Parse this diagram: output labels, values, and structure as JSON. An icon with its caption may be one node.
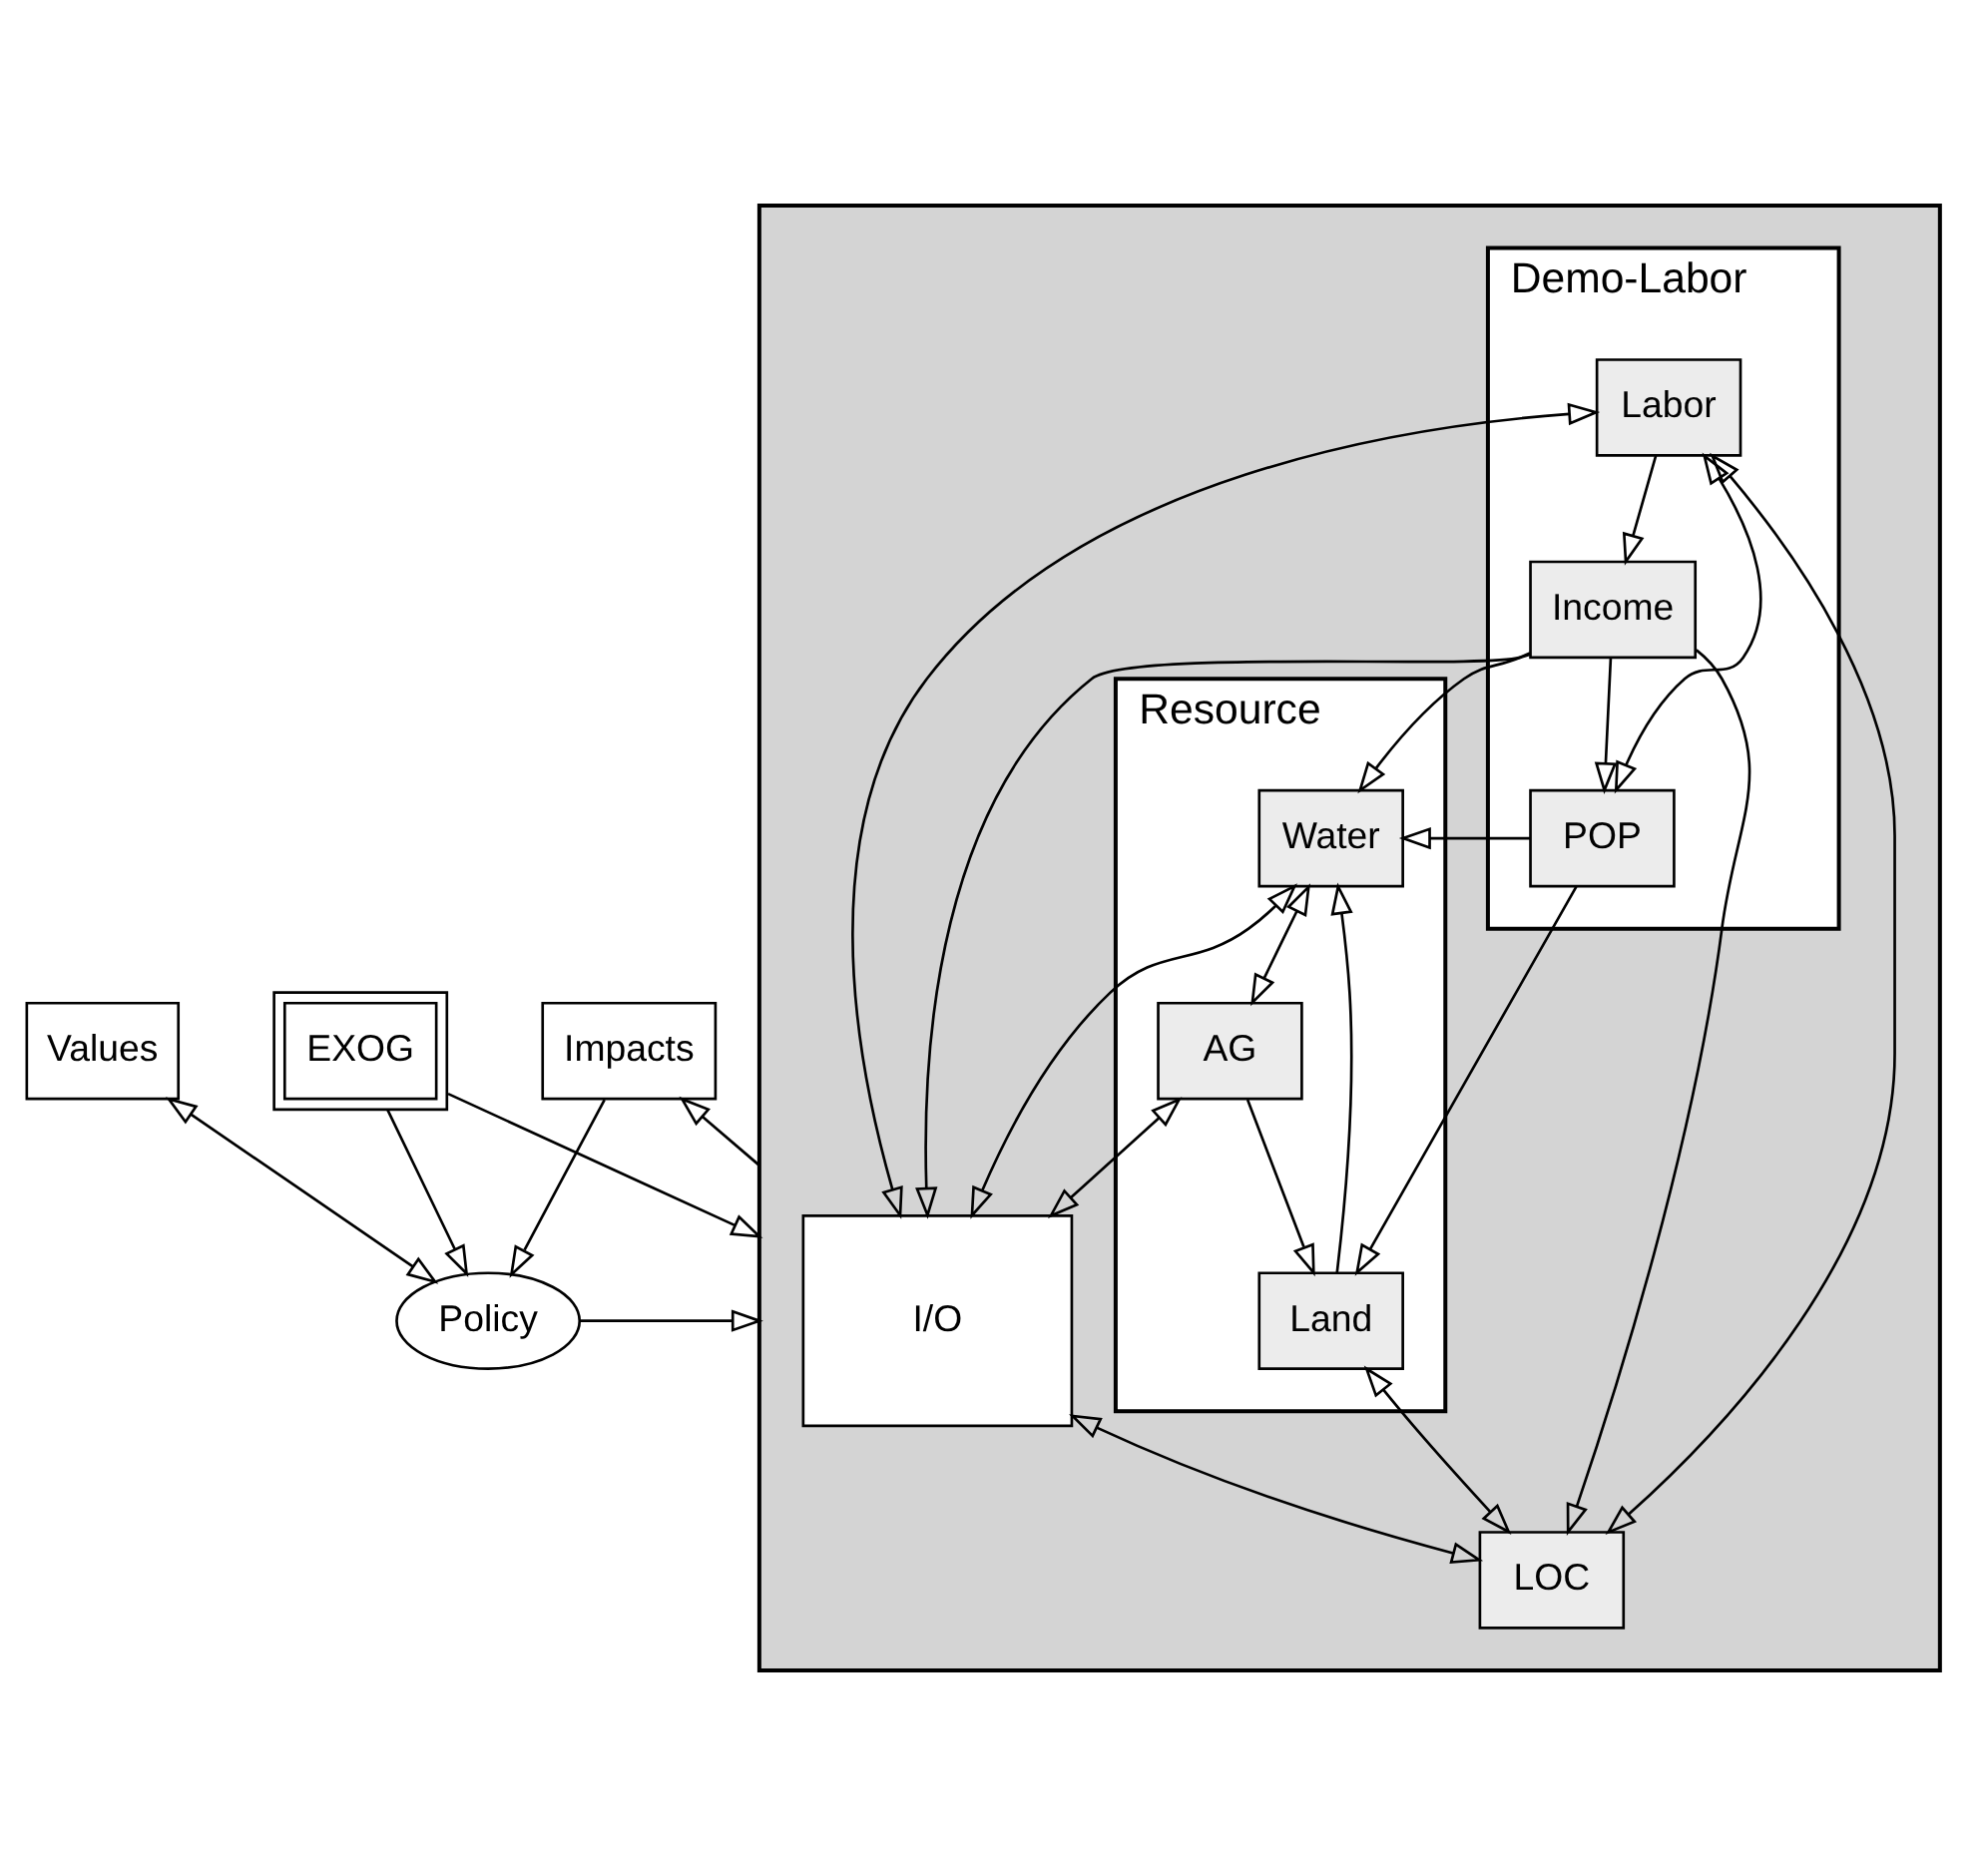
{
  "diagram": {
    "nodes": [
      {
        "text": [
          "Values"
        ]
      },
      {
        "text": [
          "Policy"
        ]
      },
      {
        "text": [
          "EXOG"
        ]
      },
      {
        "text": [
          "Impacts"
        ]
      },
      {
        "text": [],
        "shape": "box"
      },
      {
        "text": [
          "I/O"
        ],
        "in": 4
      },
      {
        "text": [
          "Resource"
        ],
        "in": 4
      },
      {
        "text": [
          "Water"
        ],
        "in": 6
      },
      {
        "text": [
          "Land"
        ],
        "in": 6
      },
      {
        "text": [
          "AG"
        ],
        "in": 6
      },
      {
        "text": [
          "LOC"
        ],
        "in": 4
      },
      {
        "text": [
          "Demo-Labor"
        ],
        "in": 4
      },
      {
        "text": [
          "Income"
        ],
        "in": 11
      },
      {
        "text": [
          "Labor"
        ],
        "in": 11
      },
      {
        "text": [
          "POP"
        ],
        "in": 11
      }
    ],
    "edges": [
      {
        "from": 0,
        "to": 1,
        "arrow": "both"
      },
      {
        "from": 2,
        "to": 1,
        "arrow": "to"
      },
      {
        "from": 3,
        "to": 1,
        "arrow": "to"
      },
      {
        "from": 1,
        "to": 4,
        "arrow": "to"
      },
      {
        "from": 4,
        "to": 3,
        "arrow": "to"
      },
      {
        "from": 2,
        "to": 4,
        "arrow": "to"
      },
      {
        "from": 9,
        "to": 5,
        "arrow": "both"
      },
      {
        "from": 7,
        "to": 5,
        "arrow": "both"
      },
      {
        "from": 7,
        "to": 9,
        "arrow": "both"
      },
      {
        "from": 9,
        "to": 8,
        "arrow": "to"
      },
      {
        "from": 8,
        "to": 7,
        "arrow": "to"
      },
      {
        "from": 8,
        "to": 10,
        "arrow": "both"
      },
      {
        "from": 5,
        "to": 10,
        "arrow": "both"
      },
      {
        "from": 12,
        "to": 7,
        "arrow": "to"
      },
      {
        "from": 12,
        "to": 5,
        "arrow": "to"
      },
      {
        "from": 12,
        "to": 10,
        "arrow": "to"
      },
      {
        "from": 10,
        "to": 13,
        "arrow": "both"
      },
      {
        "from": 13,
        "to": 12,
        "arrow": "to"
      },
      {
        "from": 13,
        "to": 14,
        "arrow": "both"
      },
      {
        "from": 12,
        "to": 14,
        "arrow": "to"
      },
      {
        "from": 13,
        "to": 5,
        "arrow": "both"
      },
      {
        "from": 14,
        "to": 8,
        "arrow": "to"
      },
      {
        "from": 14,
        "to": 7,
        "arrow": "to"
      }
    ]
  }
}
